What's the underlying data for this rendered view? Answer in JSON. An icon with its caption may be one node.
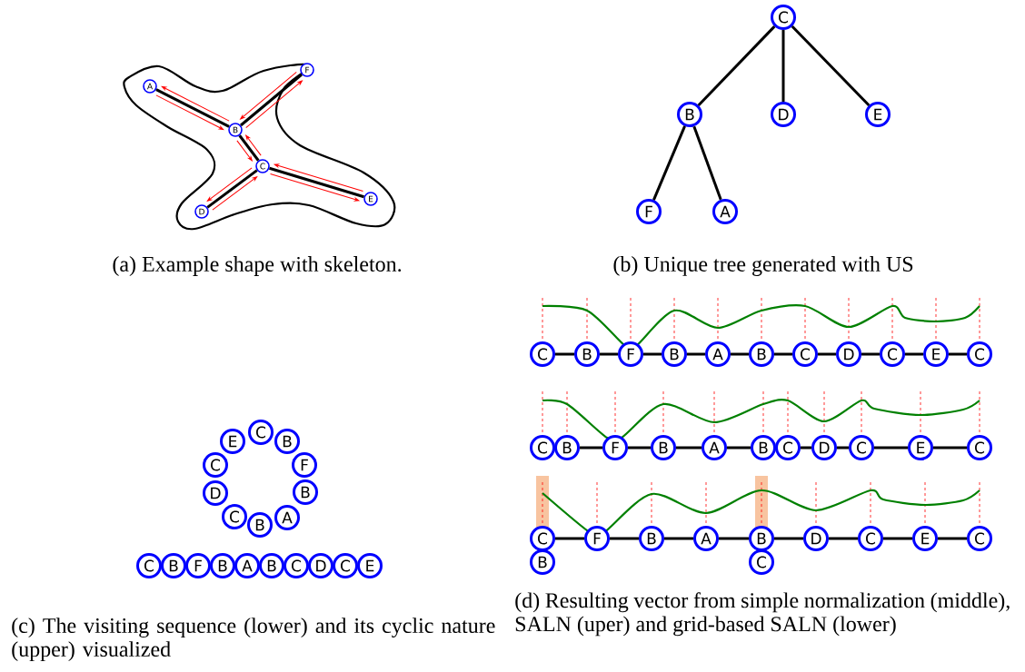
{
  "diagram": {
    "nodes": [
      {
        "text": [
          "A"
        ]
      },
      {
        "text": [
          "B"
        ]
      },
      {
        "text": [
          "C"
        ]
      },
      {
        "text": [
          "D"
        ]
      },
      {
        "text": [
          "E"
        ]
      },
      {
        "text": [
          "F"
        ]
      },
      {
        "text": [
          "C"
        ]
      },
      {
        "text": [
          "B"
        ]
      },
      {
        "text": [
          "D"
        ]
      },
      {
        "text": [
          "E"
        ]
      },
      {
        "text": [
          "F"
        ]
      },
      {
        "text": [
          "A"
        ]
      },
      {
        "text": [
          "C"
        ]
      },
      {
        "text": [
          "B"
        ]
      },
      {
        "text": [
          "F"
        ]
      },
      {
        "text": [
          "B"
        ]
      },
      {
        "text": [
          "A"
        ]
      },
      {
        "text": [
          "B"
        ]
      },
      {
        "text": [
          "C"
        ]
      },
      {
        "text": [
          "D"
        ]
      },
      {
        "text": [
          "C"
        ]
      },
      {
        "text": [
          "E"
        ]
      },
      {
        "text": [
          "C"
        ]
      },
      {
        "text": [
          "B"
        ]
      },
      {
        "text": [
          "F"
        ]
      },
      {
        "text": [
          "B"
        ]
      },
      {
        "text": [
          "A"
        ]
      },
      {
        "text": [
          "B"
        ]
      },
      {
        "text": [
          "C"
        ]
      },
      {
        "text": [
          "D"
        ]
      },
      {
        "text": [
          "C"
        ]
      },
      {
        "text": [
          "E"
        ]
      },
      {
        "text": [
          "C"
        ]
      },
      {
        "text": [
          "B"
        ]
      },
      {
        "text": [
          "F"
        ]
      },
      {
        "text": [
          "B"
        ]
      },
      {
        "text": [
          "A"
        ]
      },
      {
        "text": [
          "B"
        ]
      },
      {
        "text": [
          "C"
        ]
      },
      {
        "text": [
          "D"
        ]
      },
      {
        "text": [
          "C"
        ]
      },
      {
        "text": [
          "E"
        ]
      },
      {
        "text": [
          "C"
        ]
      },
      {
        "text": [
          "C"
        ]
      },
      {
        "text": [
          "B"
        ]
      },
      {
        "text": [
          "F"
        ]
      },
      {
        "text": [
          "B"
        ]
      },
      {
        "text": [
          "A"
        ]
      },
      {
        "text": [
          "B"
        ]
      },
      {
        "text": [
          "C"
        ]
      },
      {
        "text": [
          "D"
        ]
      },
      {
        "text": [
          "C"
        ]
      },
      {
        "text": [
          "E"
        ]
      },
      {
        "text": [
          "C"
        ]
      },
      {
        "text": [
          "C"
        ]
      },
      {
        "text": [
          "B"
        ]
      },
      {
        "text": [
          "F"
        ]
      },
      {
        "text": [
          "B"
        ]
      },
      {
        "text": [
          "A"
        ]
      },
      {
        "text": [
          "B"
        ]
      },
      {
        "text": [
          "C"
        ]
      },
      {
        "text": [
          "D"
        ]
      },
      {
        "text": [
          "C"
        ]
      },
      {
        "text": [
          "E"
        ]
      },
      {
        "text": [
          "C"
        ]
      }
    ],
    "edges": [
      {
        "from": 0,
        "to": 1,
        "arrow": "none"
      },
      {
        "from": 1,
        "to": 5,
        "arrow": "none"
      },
      {
        "from": 1,
        "to": 2,
        "arrow": "none"
      },
      {
        "from": 2,
        "to": 3,
        "arrow": "none"
      },
      {
        "from": 2,
        "to": 4,
        "arrow": "none"
      },
      {
        "from": 2,
        "to": 1,
        "arrow": "to",
        "color": "#ff0000"
      },
      {
        "from": 1,
        "to": 5,
        "arrow": "to",
        "color": "#ff0000"
      },
      {
        "from": 5,
        "to": 1,
        "arrow": "to",
        "color": "#ff0000"
      },
      {
        "from": 1,
        "to": 0,
        "arrow": "to",
        "color": "#ff0000"
      },
      {
        "from": 0,
        "to": 1,
        "arrow": "to",
        "color": "#ff0000"
      },
      {
        "from": 1,
        "to": 2,
        "arrow": "to",
        "color": "#ff0000"
      },
      {
        "from": 2,
        "to": 3,
        "arrow": "to",
        "color": "#ff0000"
      },
      {
        "from": 3,
        "to": 2,
        "arrow": "to",
        "color": "#ff0000"
      },
      {
        "from": 2,
        "to": 4,
        "arrow": "to",
        "color": "#ff0000"
      },
      {
        "from": 4,
        "to": 2,
        "arrow": "to",
        "color": "#ff0000"
      },
      {
        "from": 6,
        "to": 7,
        "arrow": "none"
      },
      {
        "from": 6,
        "to": 8,
        "arrow": "none"
      },
      {
        "from": 6,
        "to": 9,
        "arrow": "none"
      },
      {
        "from": 7,
        "to": 10,
        "arrow": "none"
      },
      {
        "from": 7,
        "to": 11,
        "arrow": "none"
      },
      {
        "from": 32,
        "to": 33,
        "arrow": "none"
      },
      {
        "from": 33,
        "to": 34,
        "arrow": "none"
      },
      {
        "from": 34,
        "to": 35,
        "arrow": "none"
      },
      {
        "from": 35,
        "to": 36,
        "arrow": "none"
      },
      {
        "from": 36,
        "to": 37,
        "arrow": "none"
      },
      {
        "from": 37,
        "to": 38,
        "arrow": "none"
      },
      {
        "from": 38,
        "to": 39,
        "arrow": "none"
      },
      {
        "from": 39,
        "to": 40,
        "arrow": "none"
      },
      {
        "from": 40,
        "to": 41,
        "arrow": "none"
      },
      {
        "from": 41,
        "to": 42,
        "arrow": "none"
      },
      {
        "from": 44,
        "to": 45,
        "arrow": "none"
      },
      {
        "from": 45,
        "to": 46,
        "arrow": "none"
      },
      {
        "from": 46,
        "to": 47,
        "arrow": "none"
      },
      {
        "from": 47,
        "to": 48,
        "arrow": "none"
      },
      {
        "from": 49,
        "to": 50,
        "arrow": "none"
      },
      {
        "from": 50,
        "to": 51,
        "arrow": "none"
      },
      {
        "from": 51,
        "to": 52,
        "arrow": "none"
      },
      {
        "from": 52,
        "to": 53,
        "arrow": "none"
      },
      {
        "from": 54,
        "to": 56,
        "arrow": "none"
      },
      {
        "from": 56,
        "to": 57,
        "arrow": "none"
      },
      {
        "from": 57,
        "to": 58,
        "arrow": "none"
      },
      {
        "from": 58,
        "to": 59,
        "arrow": "none"
      },
      {
        "from": 59,
        "to": 61,
        "arrow": "none"
      },
      {
        "from": 61,
        "to": 62,
        "arrow": "none"
      },
      {
        "from": 62,
        "to": 63,
        "arrow": "none"
      },
      {
        "from": 63,
        "to": 64,
        "arrow": "none"
      }
    ],
    "labels": [
      "(a) Example shape with skeleton.",
      "(b) Unique tree generated with US",
      "(c) The visiting sequence (lower) and its cyclic nature (upper) visualized",
      "(d) Resulting vector from simple normalization (middle), SALN (uper) and grid-based SALN (lower)"
    ]
  }
}
